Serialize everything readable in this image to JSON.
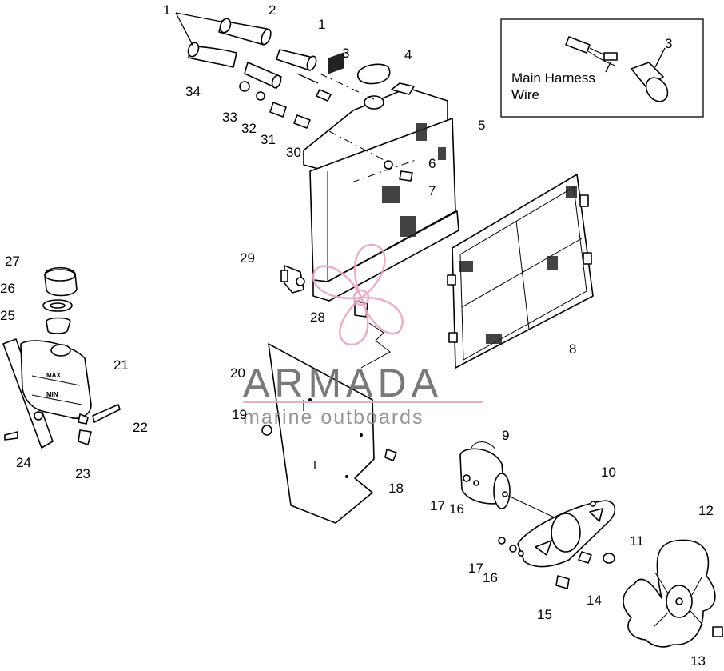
{
  "diagram": {
    "callouts": [
      {
        "id": "c1a",
        "label": "1"
      },
      {
        "id": "c2",
        "label": "2"
      },
      {
        "id": "c1b",
        "label": "1"
      },
      {
        "id": "c3",
        "label": "3"
      },
      {
        "id": "c4",
        "label": "4"
      },
      {
        "id": "c5",
        "label": "5"
      },
      {
        "id": "c6",
        "label": "6"
      },
      {
        "id": "c7",
        "label": "7"
      },
      {
        "id": "c8",
        "label": "8"
      },
      {
        "id": "c9",
        "label": "9"
      },
      {
        "id": "c10",
        "label": "10"
      },
      {
        "id": "c11",
        "label": "11"
      },
      {
        "id": "c12",
        "label": "12"
      },
      {
        "id": "c13",
        "label": "13"
      },
      {
        "id": "c14",
        "label": "14"
      },
      {
        "id": "c15",
        "label": "15"
      },
      {
        "id": "c16a",
        "label": "16"
      },
      {
        "id": "c17a",
        "label": "17"
      },
      {
        "id": "c16b",
        "label": "16"
      },
      {
        "id": "c17b",
        "label": "17"
      },
      {
        "id": "c18",
        "label": "18"
      },
      {
        "id": "c19",
        "label": "19"
      },
      {
        "id": "c20",
        "label": "20"
      },
      {
        "id": "c21",
        "label": "21"
      },
      {
        "id": "c22",
        "label": "22"
      },
      {
        "id": "c23",
        "label": "23"
      },
      {
        "id": "c24",
        "label": "24"
      },
      {
        "id": "c25",
        "label": "25"
      },
      {
        "id": "c26",
        "label": "26"
      },
      {
        "id": "c27",
        "label": "27"
      },
      {
        "id": "c28",
        "label": "28"
      },
      {
        "id": "c29",
        "label": "29"
      },
      {
        "id": "c30",
        "label": "30"
      },
      {
        "id": "c31",
        "label": "31"
      },
      {
        "id": "c32",
        "label": "32"
      },
      {
        "id": "c33",
        "label": "33"
      },
      {
        "id": "c34",
        "label": "34"
      }
    ],
    "inset": {
      "callout": "3",
      "label_line1": "Main Harness",
      "label_line2": "Wire"
    },
    "tank_labels": {
      "max": "MAX",
      "min": "MIN"
    }
  },
  "watermark": {
    "title": "ARMADA",
    "subtitle": "marine outboards",
    "accent_color": "#e8a6c8",
    "text_color": "#6b6b6b"
  }
}
